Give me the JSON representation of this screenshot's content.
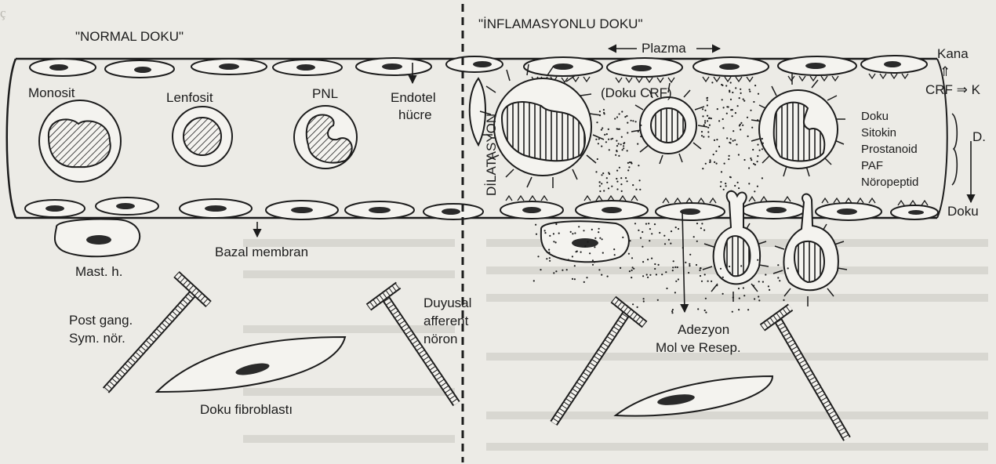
{
  "panels": {
    "left_title": "\"NORMAL DOKU\"",
    "right_title": "\"İNFLAMASYONLU DOKU\""
  },
  "labels": {
    "plazma": "Plazma",
    "monosit": "Monosit",
    "lenfosit": "Lenfosit",
    "pnl": "PNL",
    "endotel_line1": "Endotel",
    "endotel_line2": "hücre",
    "dilatasyon": "DİLATASYON",
    "doku_crf": "(Doku CRF)",
    "mast": "Mast. h.",
    "bazal": "Bazal membran",
    "post_line1": "Post gang.",
    "post_line2": "Sym. nör.",
    "duyusal_line1": "Duyusal",
    "duyusal_line2": "afferent",
    "duyusal_line3": "nöron",
    "fibroblast": "Doku fibroblastı",
    "adezyon_line1": "Adezyon",
    "adezyon_line2": "Mol ve Resep.",
    "kana": "Kana",
    "kana_arrow": "⇑",
    "crf_k": "CRF ⇒ K",
    "d_label": "D.",
    "doku_bottom": "Doku"
  },
  "mediators": [
    "Doku",
    "Sitokin",
    "Prostanoid",
    "PAF",
    "Nöropeptid"
  ],
  "colors": {
    "ink": "#1c1c1c",
    "paper": "#ecebe6",
    "cell_fill": "#f4f3ef",
    "bleed_text": "#b9b7b0"
  }
}
